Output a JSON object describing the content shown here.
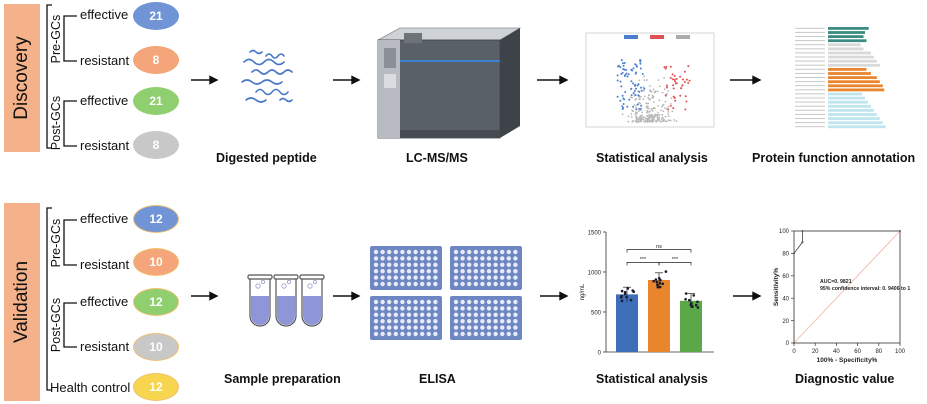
{
  "discovery": {
    "phase_label": "Discovery",
    "groups": [
      {
        "label": "Pre-GCs",
        "items": [
          {
            "label": "effective",
            "count": "21",
            "color": "#7094d6"
          },
          {
            "label": "resistant",
            "count": "8",
            "color": "#f4a57a"
          }
        ]
      },
      {
        "label": "Post-GCs",
        "items": [
          {
            "label": "effective",
            "count": "21",
            "color": "#8fcf6f"
          },
          {
            "label": "resistant",
            "count": "8",
            "color": "#c8c8c8"
          }
        ]
      }
    ],
    "steps": [
      "Digested peptide",
      "LC-MS/MS",
      "Statistical analysis",
      "Protein function annotation"
    ]
  },
  "validation": {
    "phase_label": "Validation",
    "groups": [
      {
        "label": "Pre-GCs",
        "items": [
          {
            "label": "effective",
            "count": "12",
            "color": "#7094d6"
          },
          {
            "label": "resistant",
            "count": "10",
            "color": "#f4a57a"
          }
        ]
      },
      {
        "label": "Post-GCs",
        "items": [
          {
            "label": "effective",
            "count": "12",
            "color": "#8fcf6f"
          },
          {
            "label": "resistant",
            "count": "10",
            "color": "#c8c8c8"
          }
        ]
      }
    ],
    "health": {
      "label": "Health control",
      "count": "12",
      "color": "#f7d54e"
    },
    "steps": [
      "Sample preparation",
      "ELISA",
      "Statistical analysis",
      "Diagnostic value"
    ]
  },
  "colors": {
    "phase_bg": "#f5b28a",
    "blue": "#3d6fb8",
    "orange": "#e8852d",
    "green": "#5aa848",
    "teal": "#3a8b82",
    "up_red": "#e05050",
    "down_blue": "#4a7fd0"
  },
  "chart_data": [
    {
      "type": "bar",
      "categories": [
        "",
        "",
        ""
      ],
      "values": [
        720,
        900,
        640
      ],
      "colors": [
        "#3d6fb8",
        "#e8852d",
        "#5aa848"
      ],
      "ylabel": "ng/mL",
      "ylim": [
        0,
        1500
      ],
      "yticks": [
        "0",
        "500",
        "1000",
        "1500"
      ],
      "significance": [
        "ns",
        "***",
        "***"
      ]
    },
    {
      "type": "line",
      "xlabel": "100% - Specificity%",
      "ylabel": "Sensitivity%",
      "xlim": [
        0,
        100
      ],
      "ylim": [
        0,
        100
      ],
      "xticks": [
        "0",
        "20",
        "40",
        "60",
        "80",
        "100"
      ],
      "yticks": [
        "0",
        "20",
        "40",
        "60",
        "80",
        "100"
      ],
      "series": [
        {
          "x": [
            0,
            0,
            8,
            8,
            100
          ],
          "y": [
            0,
            80,
            90,
            100,
            100
          ]
        }
      ],
      "annotations": [
        "AUC=0. 9821",
        "95% confidence interval: 0. 9406 to 1"
      ]
    }
  ]
}
